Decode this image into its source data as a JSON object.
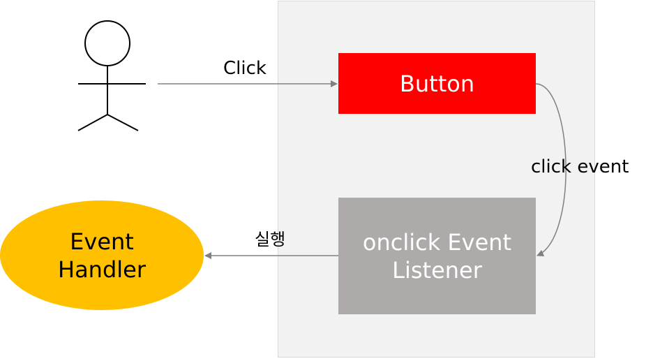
{
  "colors": {
    "panel_bg": "#f2f2f2",
    "button_box": "#ff0000",
    "listener_box": "#aeaaaa",
    "handler": "#ffc000",
    "arrows": "#808080"
  },
  "actor": {
    "icon": "stick-figure-user-icon"
  },
  "edges": {
    "click_label": "Click",
    "click_event_label": "click event",
    "execute_label": "실행"
  },
  "nodes": {
    "button": {
      "label": "Button"
    },
    "listener": {
      "line1": "onclick Event",
      "line2": "Listener"
    },
    "handler": {
      "line1": "Event",
      "line2": "Handler"
    }
  }
}
